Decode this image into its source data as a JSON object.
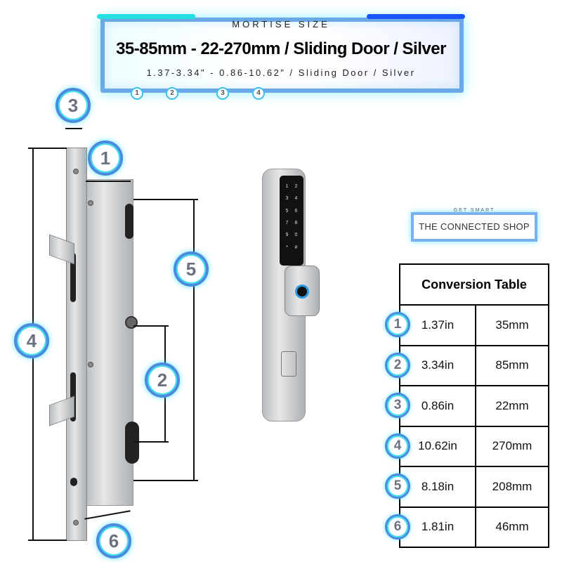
{
  "header": {
    "subtitle": "MORTISE SIZE",
    "title": "35-85mm - 22-270mm / Sliding Door / Silver",
    "inches": "1.37-3.34\" - 0.86-10.62\" / Sliding Door / Silver",
    "mini_badges": [
      "1",
      "2",
      "3",
      "4"
    ]
  },
  "diagram": {
    "badges": {
      "b1": "1",
      "b2": "2",
      "b3": "3",
      "b4": "4",
      "b5": "5",
      "b6": "6"
    }
  },
  "logo": {
    "tagline": "GET SMART",
    "name": "THE CONNECTED SHOP"
  },
  "keypad": [
    "1",
    "2",
    "3",
    "4",
    "5",
    "6",
    "7",
    "8",
    "9",
    "0",
    "*",
    "#"
  ],
  "table": {
    "title": "Conversion Table",
    "rows": [
      {
        "n": "1",
        "inch": "1.37in",
        "mm": "35mm"
      },
      {
        "n": "2",
        "inch": "3.34in",
        "mm": "85mm"
      },
      {
        "n": "3",
        "inch": "0.86in",
        "mm": "22mm"
      },
      {
        "n": "4",
        "inch": "10.62in",
        "mm": "270mm"
      },
      {
        "n": "5",
        "inch": "8.18in",
        "mm": "208mm"
      },
      {
        "n": "6",
        "inch": "1.81in",
        "mm": "46mm"
      }
    ]
  },
  "colors": {
    "cyan": "#25e0e0",
    "blue": "#1a55ff"
  }
}
